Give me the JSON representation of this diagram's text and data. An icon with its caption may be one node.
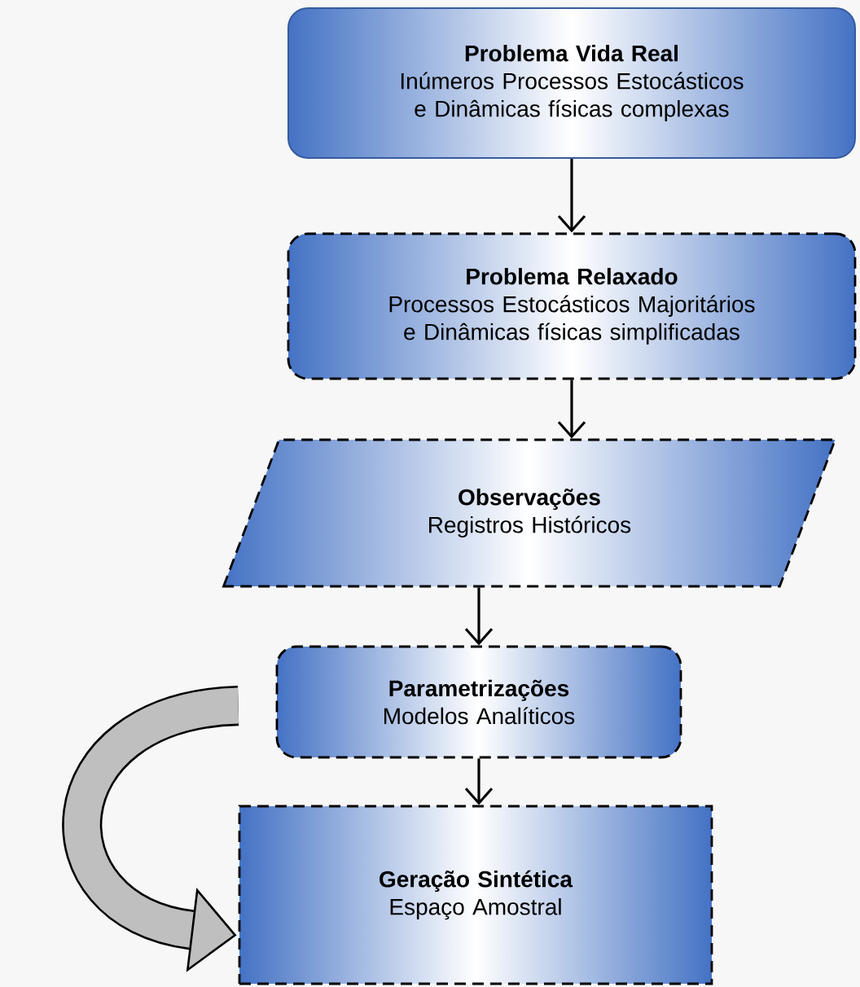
{
  "diagram": {
    "nodes": [
      {
        "text": [
          "Problema Vida Real",
          "Inúmeros Processos Estocásticos e Dinâmicas físicas complexas"
        ]
      },
      {
        "text": [
          "Problema Relaxado",
          "Processos Estocásticos Majoritários e Dinâmicas físicas simplificadas"
        ]
      },
      {
        "text": [
          "Observações",
          "Registros Históricos"
        ]
      },
      {
        "text": [
          "Parametrizações",
          "Modelos Analíticos"
        ]
      },
      {
        "text": [
          "Geração Sintética",
          "Espaço Amostral"
        ]
      }
    ],
    "edges": [
      {
        "from": 0,
        "to": 1,
        "arrow": "to"
      },
      {
        "from": 1,
        "to": 2,
        "arrow": "to"
      },
      {
        "from": 2,
        "to": 3,
        "arrow": "to"
      },
      {
        "from": 3,
        "to": 4,
        "arrow": "to"
      },
      {
        "from": null,
        "to": 4,
        "arrow": "to",
        "style": "thick"
      }
    ]
  }
}
